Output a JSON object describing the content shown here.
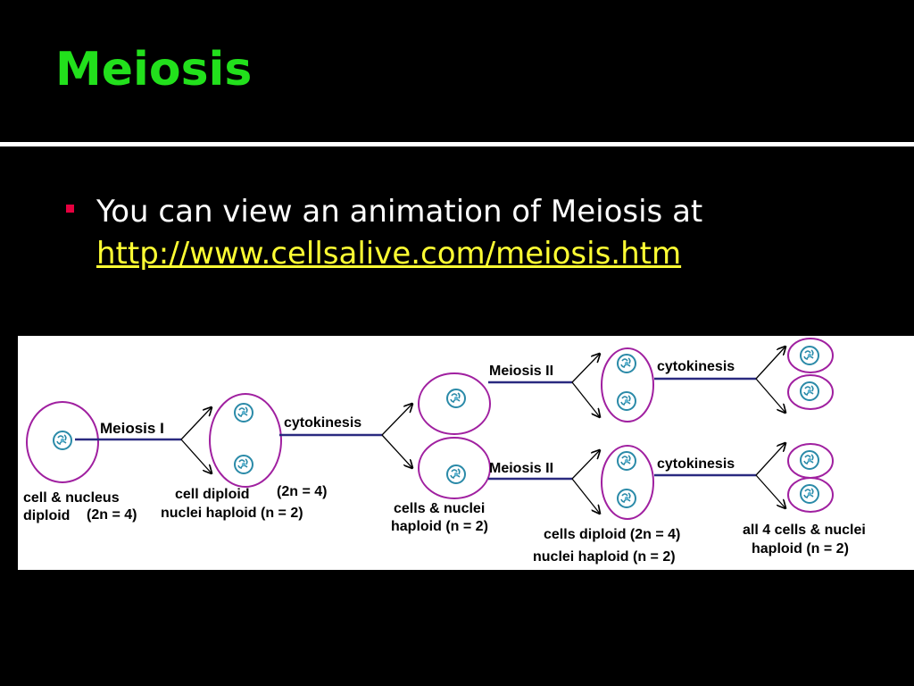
{
  "slide": {
    "title": "Meiosis",
    "bullet_text": "You can view an animation of Meiosis at",
    "bullet_link": "http://www.cellsalive.com/meiosis.htm",
    "colors": {
      "title": "#22e01c",
      "bullet": "#e5003f",
      "link": "#ffff33",
      "background": "#000000",
      "cell_outline": "#a020a0",
      "nucleus": "#2a8aa8"
    }
  },
  "diagram": {
    "process_labels": {
      "meiosis_1": "Meiosis I",
      "cytokinesis_1": "cytokinesis",
      "meiosis_2_top": "Meiosis II",
      "meiosis_2_bottom": "Meiosis II",
      "cytokinesis_top": "cytokinesis",
      "cytokinesis_bottom": "cytokinesis"
    },
    "stage_labels": {
      "s1_line1": "cell & nucleus",
      "s1_line2a": "diploid",
      "s1_line2b": "(2n = 4)",
      "s2_line1a": "cell diploid",
      "s2_line1b": "(2n = 4)",
      "s2_line2": "nuclei haploid (n = 2)",
      "s3_line1": "cells & nuclei",
      "s3_line2": "haploid (n = 2)",
      "s4_line1": "cells diploid (2n = 4)",
      "s4_line2": "nuclei haploid (n = 2)",
      "s5_line1": "all 4  cells & nuclei",
      "s5_line2": "haploid (n = 2)"
    }
  }
}
